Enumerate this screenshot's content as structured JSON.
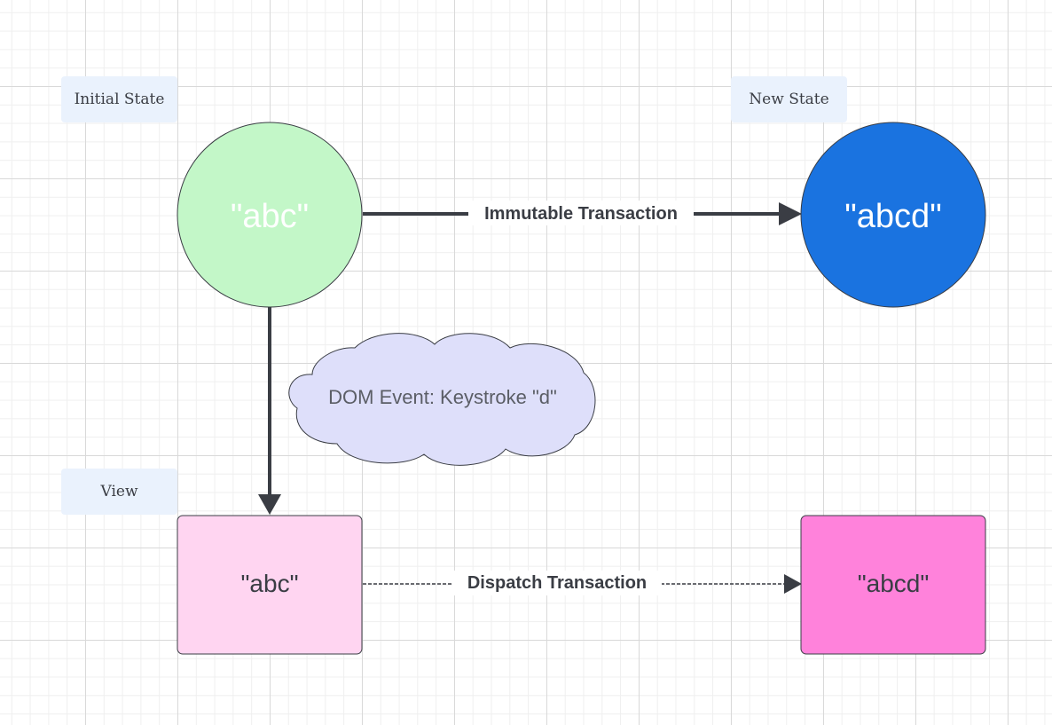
{
  "labels": {
    "initial_state": "Initial State",
    "new_state": "New State",
    "view": "View"
  },
  "nodes": {
    "state_initial": "\"abc\"",
    "state_new": "\"abcd\"",
    "event_cloud": "DOM Event: Keystroke \"d\"",
    "view_initial": "\"abc\"",
    "view_new": "\"abcd\""
  },
  "edges": {
    "immutable_transaction": "Immutable Transaction",
    "dispatch_transaction": "Dispatch Transaction"
  },
  "colors": {
    "state_initial_fill": "#c3f7c8",
    "state_new_fill": "#1a73e0",
    "cloud_fill": "#dedffa",
    "view_initial_fill": "#ffd5f1",
    "view_new_fill": "#ff82db",
    "label_bg": "#eaf2fd",
    "arrow": "#3a3d44"
  }
}
